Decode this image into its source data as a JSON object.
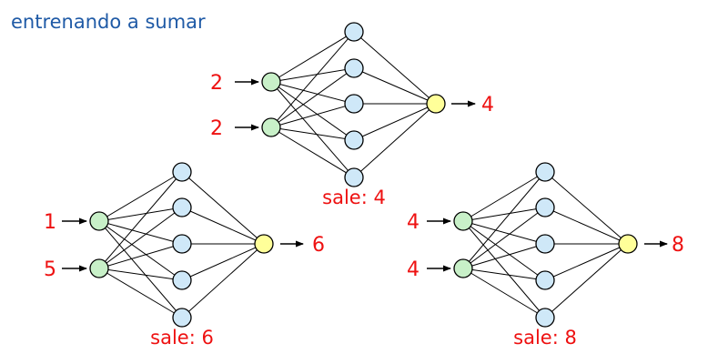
{
  "title": "entrenando a sumar",
  "colors": {
    "input_node": "#c8f0c8",
    "hidden_node": "#cfe8f8",
    "output_node": "#ffff99",
    "label": "#ee1111",
    "title": "#1f5aa6",
    "stroke": "#000000"
  },
  "networks": [
    {
      "inputs": [
        "2",
        "2"
      ],
      "output": "4",
      "caption": "sale: 4"
    },
    {
      "inputs": [
        "1",
        "5"
      ],
      "output": "6",
      "caption": "sale: 6"
    },
    {
      "inputs": [
        "4",
        "4"
      ],
      "output": "8",
      "caption": "sale: 8"
    }
  ]
}
